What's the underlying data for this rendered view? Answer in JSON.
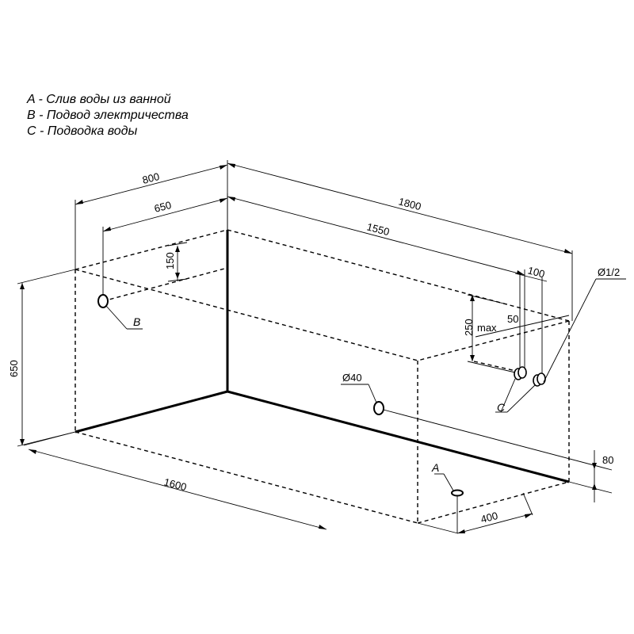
{
  "legend": [
    "A - Слив воды из ванной",
    "B - Подвод электричества",
    "C - Подводка воды"
  ],
  "dimensions": {
    "length_total": "1800",
    "length_inner": "1550",
    "length_front": "1600",
    "width_total": "800",
    "width_offset": "650",
    "height": "650",
    "b_vertical": "150",
    "c_vertical": "250",
    "c_spacing": "100",
    "max_label": "max",
    "max_value": "50",
    "drain_offset": "400",
    "overflow_height": "80"
  },
  "callouts": {
    "overflow_diameter": "Ø40",
    "pipe_diameter": "Ø1/2",
    "label_a": "A",
    "label_b": "B",
    "label_c": "C"
  }
}
